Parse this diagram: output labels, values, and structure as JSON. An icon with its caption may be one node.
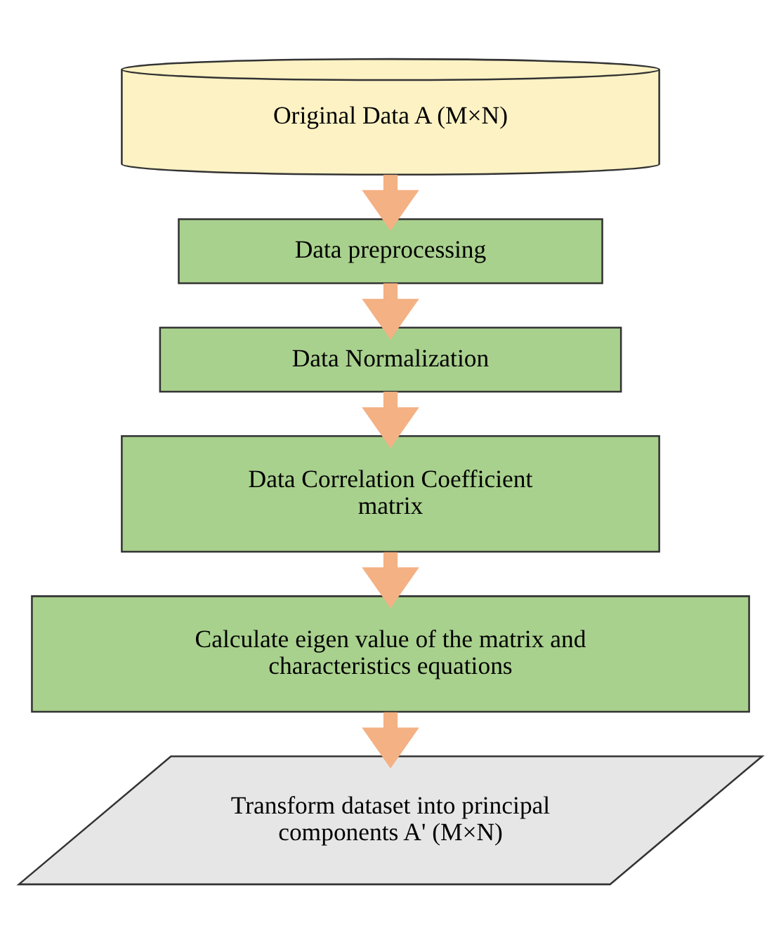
{
  "diagram": {
    "nodes": [
      {
        "text": [
          "Original Data A (M×N)"
        ]
      },
      {
        "text": [
          "Data preprocessing"
        ]
      },
      {
        "text": [
          "Data Normalization"
        ]
      },
      {
        "text": [
          "Data Correlation Coefficient matrix"
        ]
      },
      {
        "text": [
          "Calculate eigen value of the matrix and characteristics equations"
        ]
      },
      {
        "text": [
          "Transform dataset into principal components A' (M×N)"
        ]
      }
    ],
    "edges": [
      {
        "from": 0,
        "to": 1,
        "arrow": "to"
      },
      {
        "from": 1,
        "to": 2,
        "arrow": "to"
      },
      {
        "from": 2,
        "to": 3,
        "arrow": "to"
      },
      {
        "from": 3,
        "to": 4,
        "arrow": "to"
      },
      {
        "from": 4,
        "to": 5,
        "arrow": "to"
      }
    ]
  }
}
